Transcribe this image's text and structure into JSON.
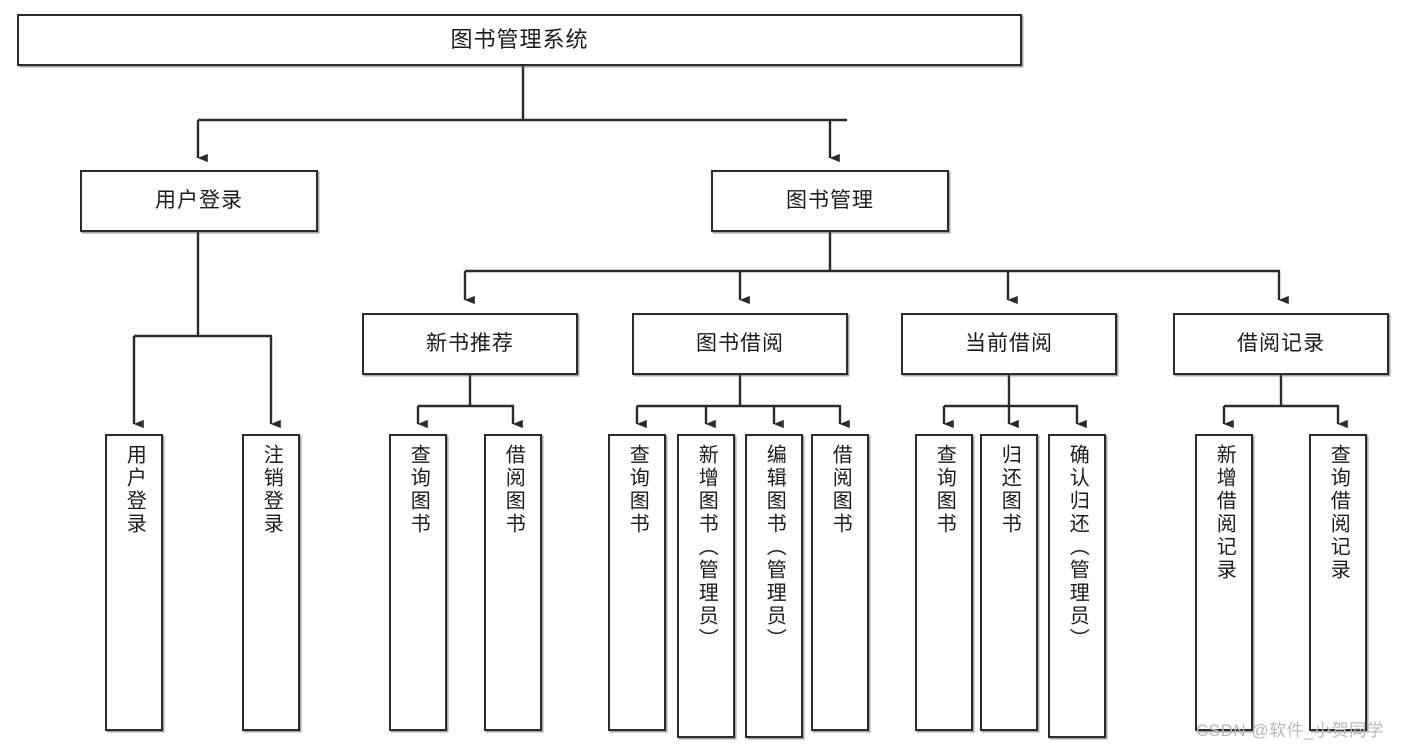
{
  "diagram": {
    "title": "图书管理系统",
    "type": "tree",
    "watermark": "CSDN @软件_小贺同学",
    "colors": {
      "border": "#2b2b2b",
      "background": "#ffffff",
      "text": "#1b1b1b",
      "connector": "#2b2b2b",
      "watermark": "#b9b9b9"
    },
    "nodes": {
      "root": {
        "label": "图书管理系统"
      },
      "level2": [
        {
          "id": "user-login",
          "label": "用户登录"
        },
        {
          "id": "book-manage",
          "label": "图书管理"
        }
      ],
      "level3": [
        {
          "id": "new-book-recommend",
          "label": "新书推荐"
        },
        {
          "id": "book-borrow",
          "label": "图书借阅"
        },
        {
          "id": "current-borrow",
          "label": "当前借阅"
        },
        {
          "id": "borrow-record",
          "label": "借阅记录"
        }
      ],
      "leaves": {
        "user-login": [
          {
            "id": "leaf-user-login",
            "label": "用户登录"
          },
          {
            "id": "leaf-user-logout",
            "label": "注销登录"
          }
        ],
        "new-book-recommend": [
          {
            "id": "leaf-query-book-1",
            "label": "查询图书"
          },
          {
            "id": "leaf-borrow-book-1",
            "label": "借阅图书"
          }
        ],
        "book-borrow": [
          {
            "id": "leaf-query-book-2",
            "label": "查询图书"
          },
          {
            "id": "leaf-add-book",
            "label": "新增图书（管理员）"
          },
          {
            "id": "leaf-edit-book",
            "label": "编辑图书（管理员）"
          },
          {
            "id": "leaf-borrow-book-2",
            "label": "借阅图书"
          }
        ],
        "current-borrow": [
          {
            "id": "leaf-query-book-3",
            "label": "查询图书"
          },
          {
            "id": "leaf-return-book",
            "label": "归还图书"
          },
          {
            "id": "leaf-confirm-return",
            "label": "确认归还（管理员）"
          }
        ],
        "borrow-record": [
          {
            "id": "leaf-add-record",
            "label": "新增借阅记录"
          },
          {
            "id": "leaf-query-record",
            "label": "查询借阅记录"
          }
        ]
      }
    }
  }
}
